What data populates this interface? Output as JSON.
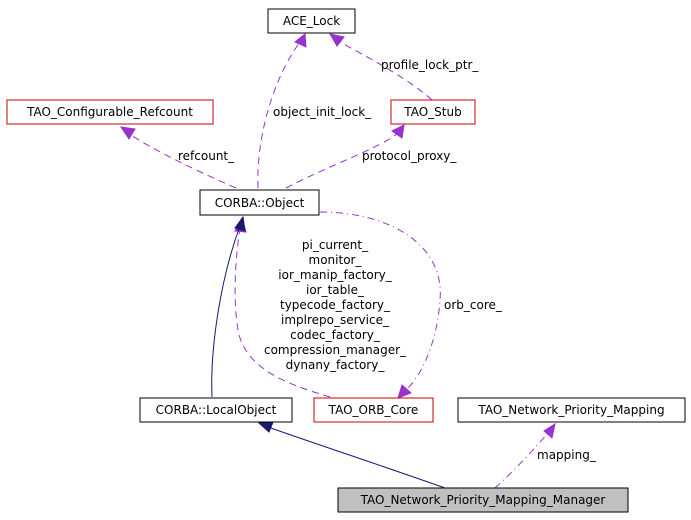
{
  "colors": {
    "inheritance_edge": "#191970",
    "usage_edge": "#9a32cd",
    "highlight_border": "#cc0000",
    "focus_fill": "#c0c0c0"
  },
  "nodes": {
    "ace_lock": "ACE_Lock",
    "tao_configurable_refcount": "TAO_Configurable_Refcount",
    "tao_stub": "TAO_Stub",
    "corba_object": "CORBA::Object",
    "corba_localobject": "CORBA::LocalObject",
    "tao_orb_core": "TAO_ORB_Core",
    "tao_network_priority_mapping": "TAO_Network_Priority_Mapping",
    "tao_network_priority_mapping_manager": "TAO_Network_Priority_Mapping_Manager"
  },
  "edge_labels": {
    "profile_lock_ptr": "profile_lock_ptr_",
    "object_init_lock": "object_init_lock_",
    "refcount": "refcount_",
    "protocol_proxy": "protocol_proxy_",
    "orb_core": "orb_core_",
    "mapping": "mapping_",
    "orb_members": [
      "pi_current_",
      "monitor_",
      "ior_manip_factory_",
      "ior_table_",
      "typecode_factory_",
      "implrepo_service_",
      "codec_factory_",
      "compression_manager_",
      "dynany_factory_"
    ]
  }
}
